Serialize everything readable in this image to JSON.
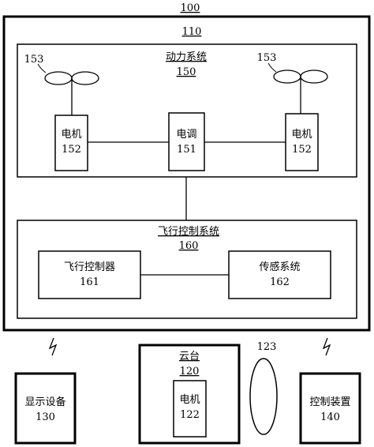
{
  "system": {
    "ref": "100"
  },
  "uav": {
    "ref": "110"
  },
  "power_system": {
    "label": "动力系统",
    "ref": "150",
    "propeller_left_ref": "153",
    "propeller_right_ref": "153",
    "motor_left": {
      "label": "电机",
      "ref": "152"
    },
    "esc": {
      "label": "电调",
      "ref": "151"
    },
    "motor_right": {
      "label": "电机",
      "ref": "152"
    }
  },
  "flight_control_system": {
    "label": "飞行控制系统",
    "ref": "160",
    "controller": {
      "label": "飞行控制器",
      "ref": "161"
    },
    "sensor": {
      "label": "传感系统",
      "ref": "162"
    }
  },
  "gimbal": {
    "label": "云台",
    "ref": "120",
    "motor": {
      "label": "电机",
      "ref": "122"
    },
    "camera_ref": "123"
  },
  "display": {
    "label": "显示设备",
    "ref": "130"
  },
  "control_device": {
    "label": "控制装置",
    "ref": "140"
  }
}
